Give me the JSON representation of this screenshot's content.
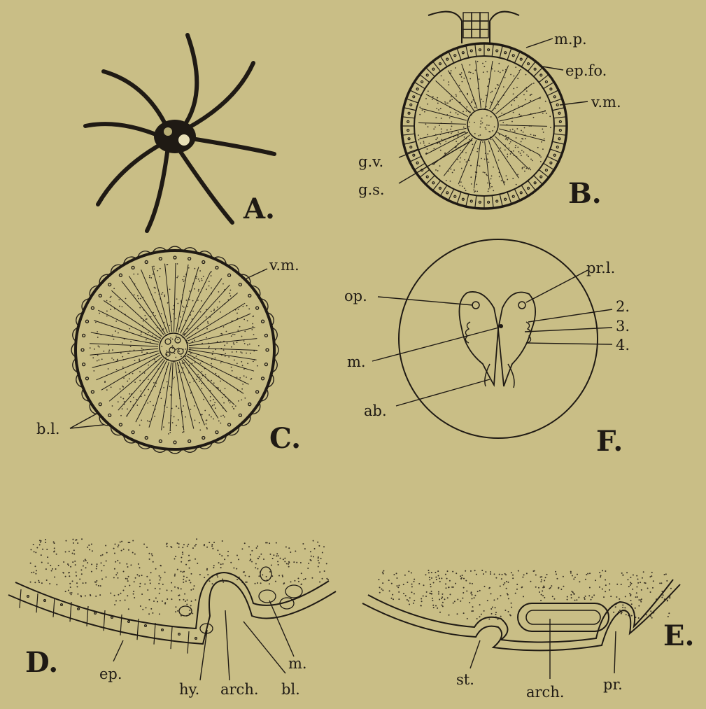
{
  "figures": {
    "A": {
      "letter": "A."
    },
    "B": {
      "letter": "B.",
      "labels": [
        "m.p.",
        "ep.fo.",
        "v.m.",
        "g.v.",
        "g.s."
      ]
    },
    "C": {
      "letter": "C.",
      "labels": [
        "v.m.",
        "b.l."
      ]
    },
    "D": {
      "letter": "D.",
      "labels": [
        "ep.",
        "hy.",
        "arch.",
        "bl.",
        "m."
      ]
    },
    "E": {
      "letter": "E.",
      "labels": [
        "st.",
        "arch.",
        "pr."
      ]
    },
    "F": {
      "letter": "F.",
      "labels": [
        "op.",
        "pr.l.",
        "2.",
        "3.",
        "4.",
        "m.",
        "ab."
      ]
    }
  },
  "colors": {
    "paper": "#c9be86",
    "ink": "#1f1a14"
  }
}
